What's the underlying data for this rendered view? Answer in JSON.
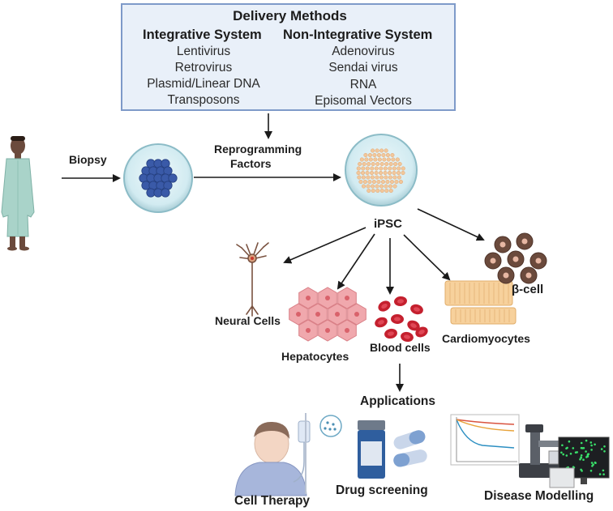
{
  "delivery": {
    "title": "Delivery Methods",
    "integrative": {
      "heading": "Integrative System",
      "items": [
        "Lentivirus",
        "Retrovirus",
        "Plasmid/Linear DNA",
        "Transposons"
      ]
    },
    "non_integrative": {
      "heading": "Non-Integrative System",
      "items": [
        "Adenovirus",
        "Sendai virus",
        "RNA",
        "Episomal Vectors"
      ]
    }
  },
  "flow": {
    "biopsy": "Biopsy",
    "reprogramming_line1": "Reprogramming",
    "reprogramming_line2": "Factors",
    "ipsc": "iPSC"
  },
  "cells": {
    "neural": "Neural Cells",
    "hepatocytes": "Hepatocytes",
    "blood": "Blood cells",
    "cardiomyocytes": "Cardiomyocytes",
    "beta": "β-cell"
  },
  "applications": {
    "title": "Applications",
    "cell_therapy": "Cell Therapy",
    "drug_screening": "Drug screening",
    "disease_modelling": "Disease Modelling"
  },
  "colors": {
    "box_fill": "#e9f0f9",
    "box_border": "#7e9ac9",
    "dish_fill": "#d8eef3",
    "somatic_cell": "#3a5aa8",
    "ipsc_cell": "#f2c79a",
    "hepatocyte": "#f0a8ad",
    "blood_cell": "#c4202e",
    "cardiomyocyte": "#f7d19c",
    "beta_cell": "#6b4a3c",
    "gown": "#a9d3c9"
  }
}
